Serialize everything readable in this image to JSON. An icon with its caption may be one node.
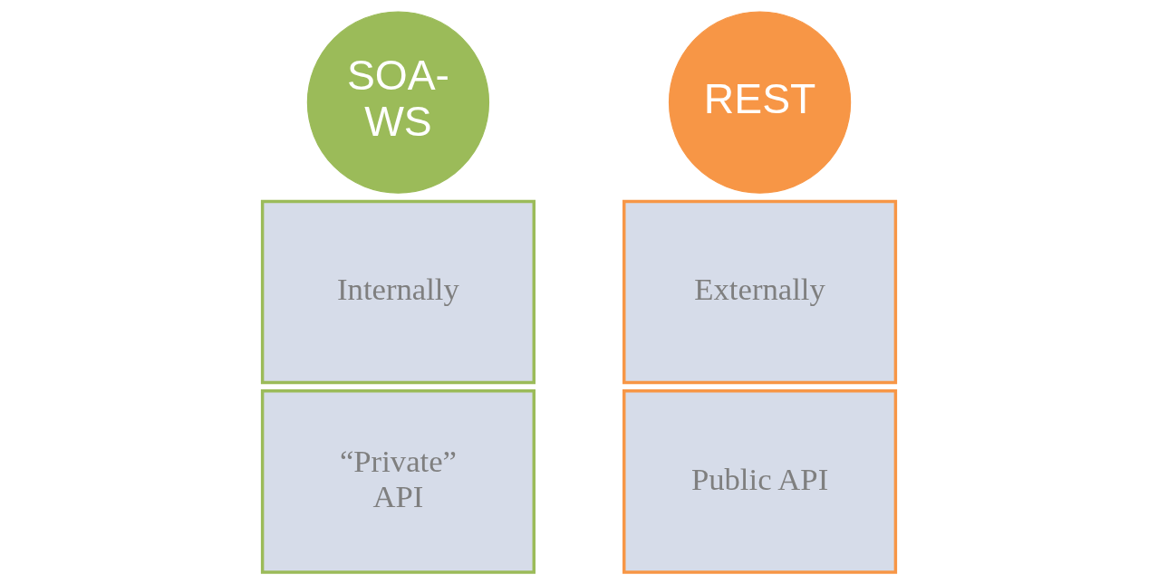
{
  "diagram": {
    "nodes": [
      {
        "text": [
          "SOA- WS"
        ]
      },
      {
        "text": [
          "Internally"
        ]
      },
      {
        "text": [
          "“Private” API"
        ]
      },
      {
        "text": [
          "REST"
        ]
      },
      {
        "text": [
          "Externally"
        ]
      },
      {
        "text": [
          "Public API"
        ]
      }
    ],
    "edges": []
  }
}
